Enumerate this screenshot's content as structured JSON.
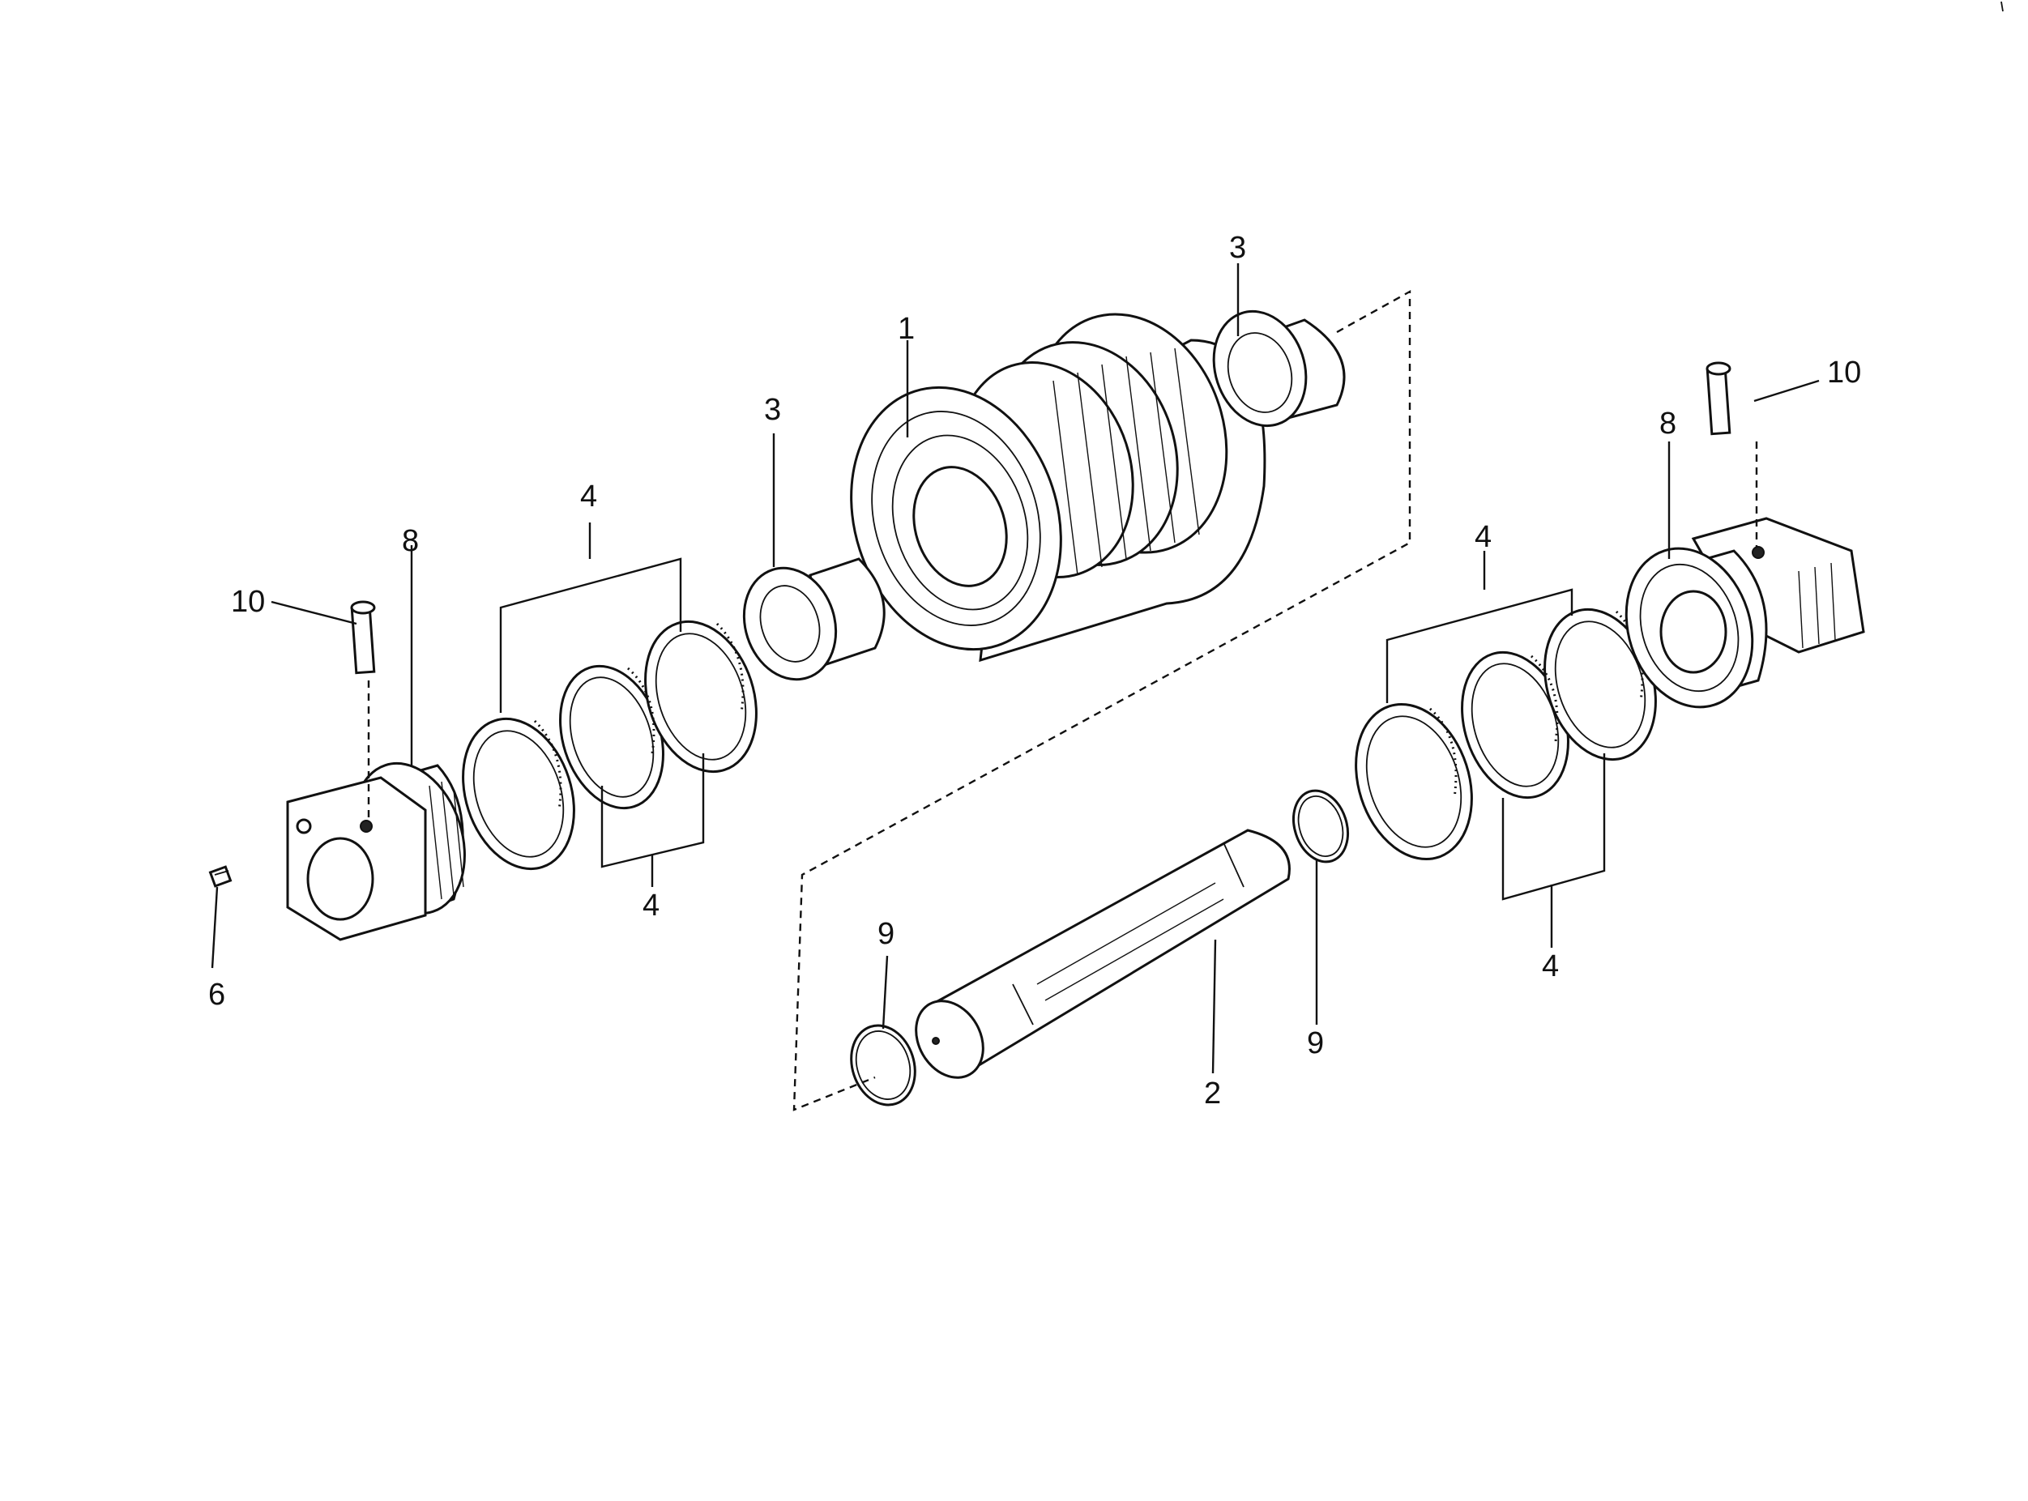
{
  "callouts": {
    "c1": "1",
    "c2": "2",
    "c3a": "3",
    "c3b": "3",
    "c4a": "4",
    "c4b": "4",
    "c4c": "4",
    "c4d": "4",
    "c6": "6",
    "c8a": "8",
    "c8b": "8",
    "c9a": "9",
    "c9b": "9",
    "c10a": "10",
    "c10b": "10"
  }
}
